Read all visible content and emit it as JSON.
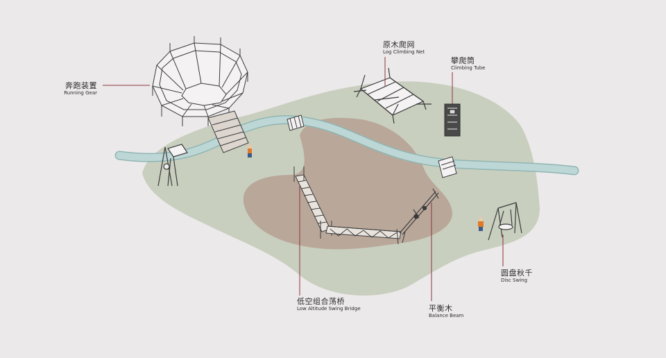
{
  "labels": {
    "running_gear": {
      "zh": "奔跑装置",
      "en": "Running Gear"
    },
    "log_climbing_net": {
      "zh": "原木爬网",
      "en": "Log Climbing Net"
    },
    "climbing_tube": {
      "zh": "攀爬筒",
      "en": "Climbing Tube"
    },
    "swing_bridge": {
      "zh": "低空组合荡桥",
      "en": "Low Altitude Swing Bridge"
    },
    "balance_beam": {
      "zh": "平衡木",
      "en": "Balance Beam"
    },
    "disc_swing": {
      "zh": "圆盘秋千",
      "en": "Disc Swing"
    }
  },
  "colors": {
    "background": "#ece9ea",
    "grass": "#c9cfbf",
    "sand": "#b9a89a",
    "path": "#bdd7d6",
    "leader": "#8a3340",
    "equipment_line": "#3a3a3a",
    "child_shirt": "#e07a2a",
    "child_pants": "#3b5a8a"
  }
}
